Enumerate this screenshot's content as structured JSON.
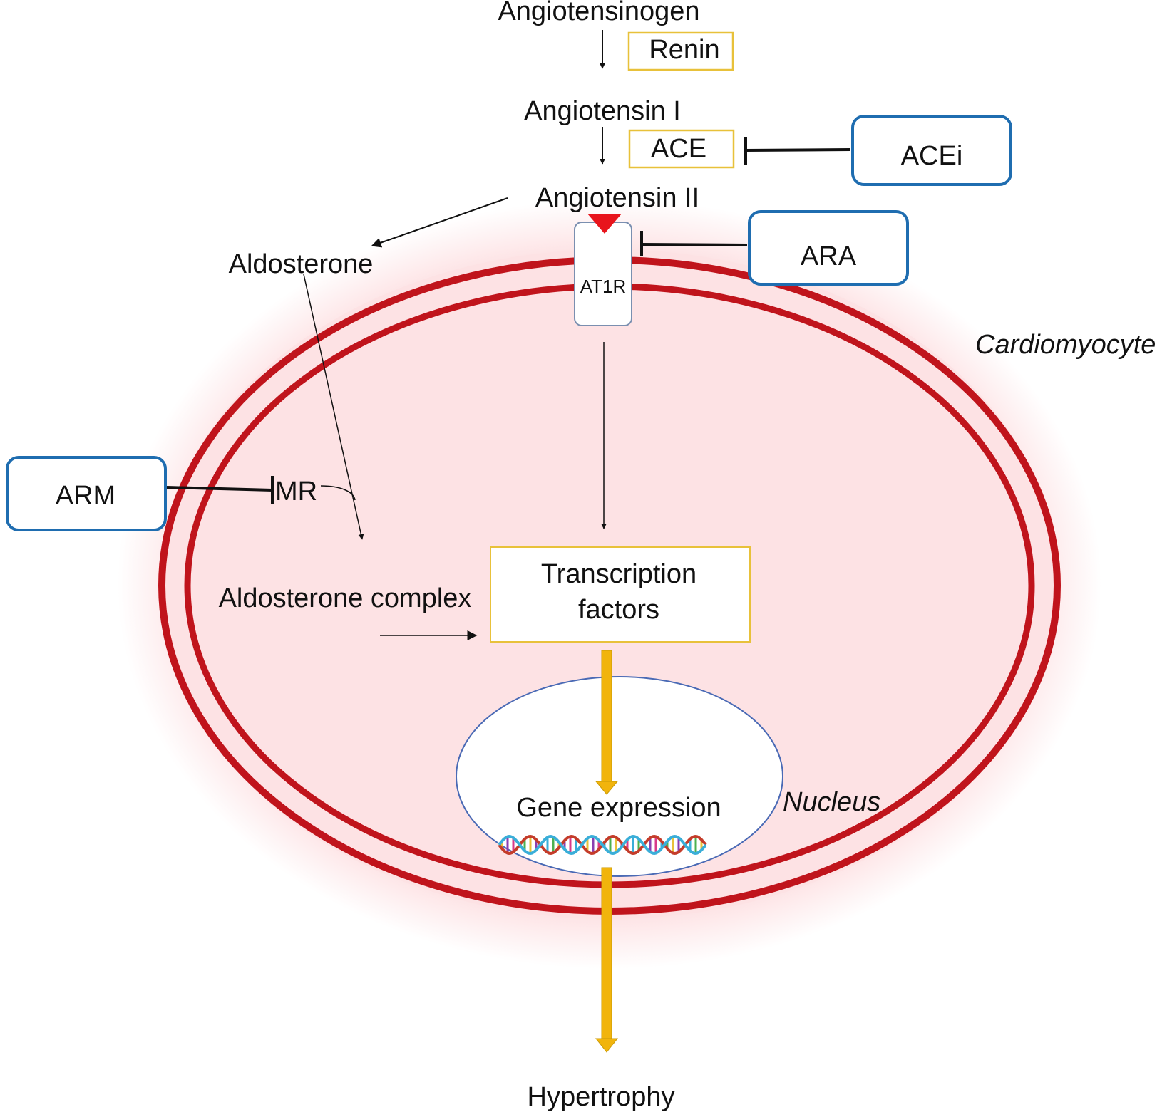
{
  "pathway": {
    "angiotensinogen": "Angiotensinogen",
    "renin": "Renin",
    "angiotensin_1": "Angiotensin I",
    "ace": "ACE",
    "angiotensin_2": "Angiotensin II",
    "at1r": "AT1R",
    "aldosterone": "Aldosterone",
    "mr": "MR",
    "aldosterone_complex": "Aldosterone complex",
    "transcription_factors_line1": "Transcription",
    "transcription_factors_line2": "factors",
    "gene_expression": "Gene expression",
    "hypertrophy": "Hypertrophy"
  },
  "drugs": {
    "acei": "ACEi",
    "ara": "ARA",
    "arm": "ARM"
  },
  "compartments": {
    "cell": "Cardiomyocyte",
    "nucleus": "Nucleus"
  },
  "colors": {
    "membrane": "#c0141c",
    "cytoplasm": "#fde2e4",
    "enzyme_box": "#e8c13a",
    "drug_box": "#1f6db0",
    "receptor_border": "#7a8fb0",
    "ligand": "#e8141c",
    "flow_arrow": "#f1b40c",
    "nucleus_border": "#4a6ab5"
  }
}
